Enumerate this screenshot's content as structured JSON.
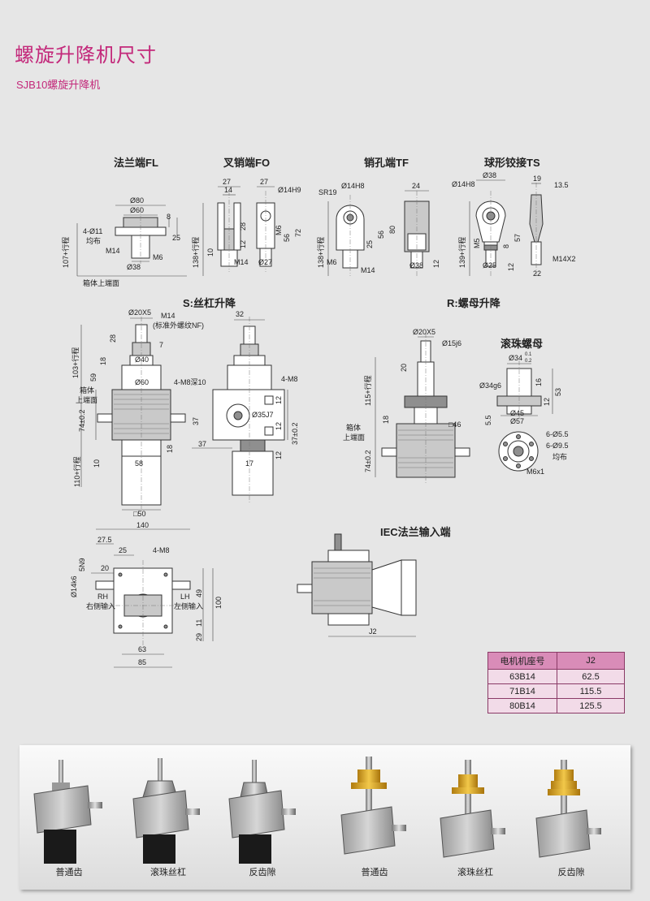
{
  "header": {
    "title": "螺旋升降机尺寸",
    "subtitle": "SJB10螺旋升降机"
  },
  "end_fittings": {
    "fl": {
      "label": "法兰端FL",
      "dims": [
        "Ø80",
        "Ø60",
        "8",
        "25",
        "4-Ø11",
        "均布",
        "M14",
        "M6",
        "Ø38",
        "107+行程",
        "箱体上端面"
      ]
    },
    "fo": {
      "label": "叉销端FO",
      "dims": [
        "27",
        "14",
        "27",
        "Ø14H9",
        "138+行程",
        "10",
        "12",
        "28",
        "56",
        "72",
        "M6",
        "M14",
        "Ø27"
      ]
    },
    "tf": {
      "label": "销孔端TF",
      "dims": [
        "SR19",
        "Ø14H8",
        "24",
        "138+行程",
        "25",
        "56",
        "80",
        "M6",
        "M14",
        "Ø38",
        "12"
      ]
    },
    "ts": {
      "label": "球形铰接TS",
      "dims": [
        "Ø14H8",
        "Ø38",
        "19",
        "13.5",
        "139+行程",
        "M5",
        "57",
        "8",
        "Ø25",
        "22",
        "M14X2",
        "12"
      ]
    }
  },
  "screw_lift": {
    "label": "S:丝杠升降",
    "dims": [
      "Ø20X5",
      "M14",
      "(标准外螺纹NF)",
      "28",
      "7",
      "Ø40",
      "18",
      "103+行程",
      "59",
      "Ø60",
      "箱体",
      "上端面",
      "74±0.2",
      "18",
      "10",
      "110+行程",
      "58",
      "□50",
      "32",
      "4-M8深10",
      "4-M8",
      "12",
      "Ø35J7",
      "37",
      "12",
      "37±0.2",
      "37",
      "17",
      "12"
    ]
  },
  "nut_lift": {
    "label": "R:螺母升降",
    "dims": [
      "Ø20X5",
      "Ø15j6",
      "20",
      "115+行程",
      "□46",
      "18",
      "箱体",
      "上端面",
      "74±0.2"
    ]
  },
  "ball_nut": {
    "label": "滚珠螺母",
    "dims": [
      "Ø34",
      "0.1",
      "0.2",
      "16",
      "Ø34g6",
      "53",
      "12",
      "5.5",
      "Ø45",
      "Ø57",
      "6-Ø5.5",
      "6-Ø9.5",
      "均布",
      "M6x1"
    ]
  },
  "plan_view": {
    "dims": [
      "140",
      "27.5",
      "25",
      "4-M8",
      "5N9",
      "20",
      "Ø14k6",
      "RH",
      "右侧输入",
      "LH",
      "左侧输入",
      "49",
      "100",
      "11",
      "29",
      "63",
      "85"
    ]
  },
  "iec_flange": {
    "label": "IEC法兰输入端",
    "dims": [
      "J2"
    ]
  },
  "motor_table": {
    "headers": [
      "电机机座号",
      "J2"
    ],
    "rows": [
      [
        "63B14",
        "62.5"
      ],
      [
        "71B14",
        "115.5"
      ],
      [
        "80B14",
        "125.5"
      ]
    ]
  },
  "photos": {
    "captions": [
      "普通齿",
      "滚珠丝杠",
      "反齿隙",
      "普通齿",
      "滚珠丝杠",
      "反齿隙"
    ]
  },
  "colors": {
    "accent": "#c3287a",
    "table_header": "#d98cb8",
    "table_body": "#f2dbe8",
    "bronze_nut": "#d9a520"
  }
}
